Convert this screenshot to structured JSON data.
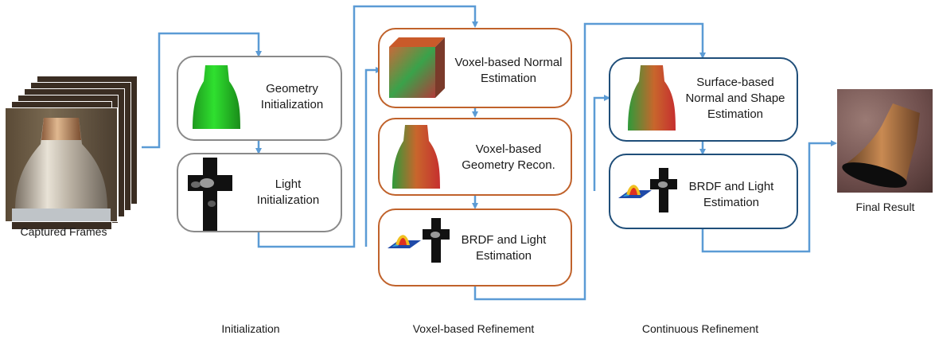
{
  "stages": {
    "initialization": "Initialization",
    "voxel_refinement": "Voxel-based Refinement",
    "continuous_refinement": "Continuous Refinement"
  },
  "input": {
    "label": "Captured Frames"
  },
  "output": {
    "label": "Final Result"
  },
  "boxes": {
    "geometry_init": "Geometry Initialization",
    "light_init": "Light Initialization",
    "voxel_normal": "Voxel-based Normal Estimation",
    "voxel_geometry": "Voxel-based Geometry Recon.",
    "voxel_brdf_light": "BRDF and Light Estimation",
    "surface_normal_shape": "Surface-based Normal and Shape Estimation",
    "cont_brdf_light": "BRDF and Light Estimation"
  },
  "colors": {
    "arrow": "#5b9bd5",
    "initialization_border": "#8a8a8a",
    "voxel_border": "#c0622b",
    "continuous_border": "#1f4e79"
  }
}
